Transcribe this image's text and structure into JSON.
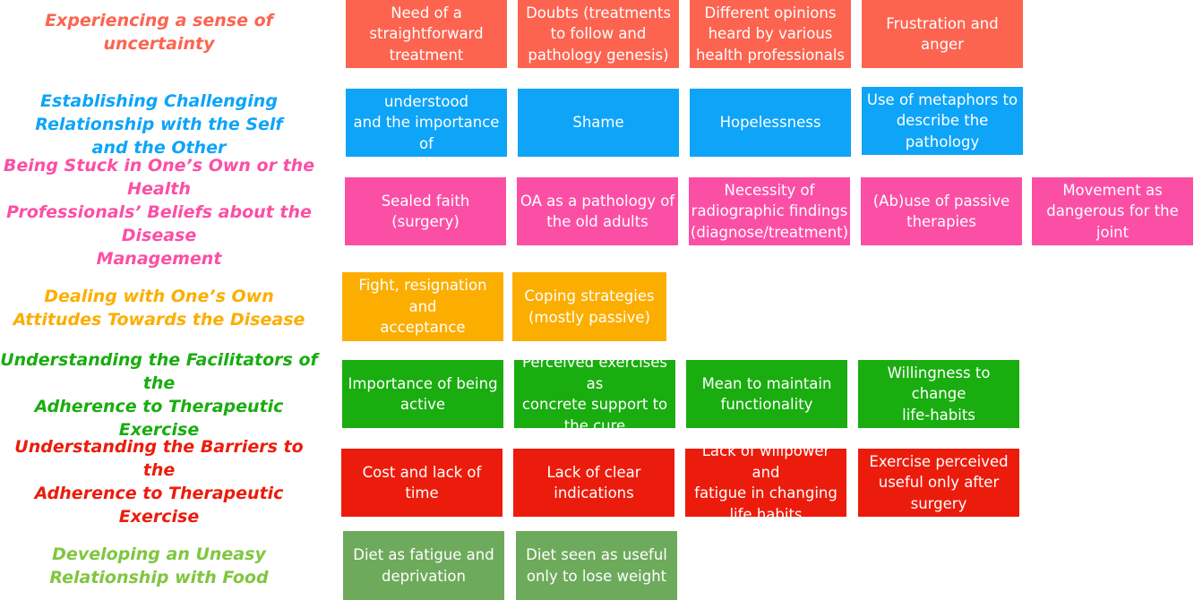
{
  "colors": {
    "uncertainty": "#fc6450",
    "relationship": "#0ea4f8",
    "stuck": "#fb4fa5",
    "attitudes": "#fcae00",
    "facilitators": "#19ad10",
    "barriers": "#ec1c0c",
    "food": "#6eaa5c",
    "food_label": "#80c640"
  },
  "themes": [
    {
      "id": "uncertainty",
      "label": "Experiencing a sense of\nuncertainty",
      "subthemes": [
        "Need of a\nstraightforward\ntreatment",
        "Doubts (treatments\nto follow and\npathology genesis)",
        "Different opinions\nheard by various\nhealth professionals",
        "Frustration and anger"
      ]
    },
    {
      "id": "relationship",
      "label": "Establishing Challenging\nRelationship with the Self\nand the Other",
      "subthemes": [
        "Not being understood\nand the importance of\nempathy",
        "Shame",
        "Hopelessness",
        "Use of metaphors to\ndescribe the\npathology"
      ]
    },
    {
      "id": "stuck",
      "label": "Being Stuck in One’s Own or the Health\nProfessionals’ Beliefs about the Disease\nManagement",
      "subthemes": [
        "Sealed faith (surgery)",
        "OA as a pathology of\nthe old adults",
        "Necessity of\nradiographic findings\n(diagnose/treatment)",
        "(Ab)use of passive\ntherapies",
        "Movement as\ndangerous for the\njoint"
      ]
    },
    {
      "id": "attitudes",
      "label": "Dealing with One’s Own\nAttitudes Towards the Disease",
      "subthemes": [
        "Fight, resignation and\nacceptance",
        "Coping strategies\n(mostly passive)"
      ]
    },
    {
      "id": "facilitators",
      "label": "Understanding the Facilitators of the\nAdherence to Therapeutic Exercise",
      "subthemes": [
        "Importance of being\nactive",
        "Perceived exercises as\nconcrete support to\nthe cure",
        "Mean to maintain\nfunctionality",
        "Willingness to change\nlife-habits"
      ]
    },
    {
      "id": "barriers",
      "label": "Understanding the Barriers to the\nAdherence to Therapeutic Exercise",
      "subthemes": [
        "Cost and lack of time",
        "Lack of clear\nindications",
        "Lack of willpower and\nfatigue in changing\nlife habits",
        "Exercise perceived\nuseful only after\nsurgery"
      ]
    },
    {
      "id": "food",
      "label": "Developing an Uneasy\nRelationship with Food",
      "subthemes": [
        "Diet as fatigue and\ndeprivation",
        "Diet seen as useful\nonly to lose weight"
      ]
    }
  ]
}
